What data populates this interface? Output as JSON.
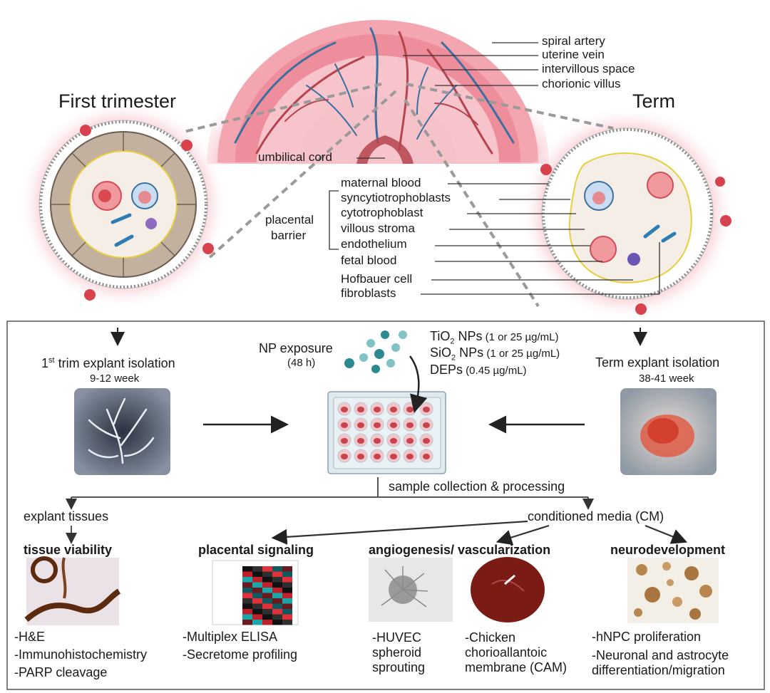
{
  "top": {
    "first_trimester": "First trimester",
    "term": "Term",
    "labels": {
      "spiral_artery": "spiral artery",
      "uterine_vein": "uterine vein",
      "intervillous_space": "intervillous space",
      "chorionic_villus": "chorionic villus",
      "umbilical_cord": "umbilical cord",
      "maternal_blood": "maternal blood",
      "syncytiotrophoblasts": "syncytiotrophoblasts",
      "cytotrophoblast": "cytotrophoblast",
      "villous_stroma": "villous stroma",
      "endothelium": "endothelium",
      "fetal_blood": "fetal blood",
      "hofbauer_cell": "Hofbauer cell",
      "fibroblasts": "fibroblasts",
      "placental_barrier_1": "placental",
      "placental_barrier_2": "barrier"
    }
  },
  "workflow": {
    "first_iso_pre": "1",
    "first_iso_sup": "st",
    "first_iso_post": " trim explant isolation",
    "first_weeks": "9-12 week",
    "term_iso": "Term explant isolation",
    "term_weeks": "38-41 week",
    "np_exposure": "NP exposure",
    "np_duration": "(48 h)",
    "tio2_a": "TiO",
    "tio2_sub": "2",
    "tio2_b": " NPs",
    "tio2_dose": " (1 or 25 µg/mL)",
    "sio2_a": "SiO",
    "sio2_sub": "2",
    "sio2_b": " NPs",
    "sio2_dose": " (1 or 25 µg/mL)",
    "dep": "DEPs",
    "dep_dose": " (0.45 µg/mL)",
    "sample_collection": "sample collection & processing",
    "explant_tissues": "explant tissues",
    "conditioned_media": "conditioned media (CM)"
  },
  "assays": {
    "tissue_viability": {
      "title": "tissue viability",
      "items": [
        "-H&E",
        "-Immunohistochemistry",
        "-PARP cleavage"
      ]
    },
    "placental_signaling": {
      "title": "placental signaling",
      "items": [
        "-Multiplex ELISA",
        "-Secretome profiling"
      ]
    },
    "angiogenesis": {
      "title": "angiogenesis/ vascularization",
      "huvec": "-HUVEC spheroid sprouting",
      "cam": "-Chicken chorioallantoic membrane (CAM)"
    },
    "neurodevelopment": {
      "title": "neurodevelopment",
      "items": [
        "-hNPC proliferation",
        "-Neuronal and astrocyte differentiation/migration"
      ]
    }
  },
  "colors": {
    "placenta_pink": "#f2a7b3",
    "vessel_blue": "#3d6f9e",
    "vessel_red": "#b5444f",
    "rbc_red": "#e0474c",
    "well_red": "#c9434c",
    "np_teal": "#2b8a8f",
    "cam_brown": "#7a1c14",
    "ihc_brown": "#5c2a0e"
  },
  "icons": [
    "placenta-illustration",
    "villus-cross-section",
    "well-plate",
    "nanoparticle-cluster",
    "explant-photo",
    "heatmap-thumbnail",
    "microscopy-thumbnail"
  ]
}
